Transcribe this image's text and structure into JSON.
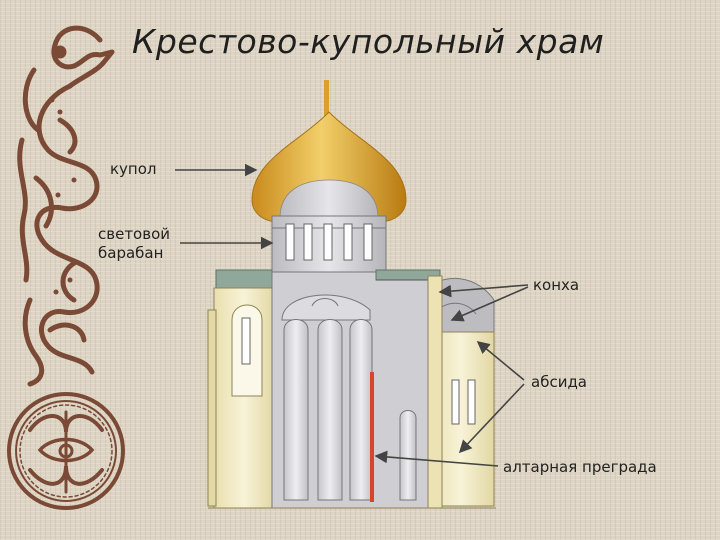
{
  "title": "Крестово-купольный храм",
  "labels": {
    "kupol": "купол",
    "baraban_line1": "световой",
    "baraban_line2": "барабан",
    "konha": "конха",
    "absida": "абсида",
    "pregrada": "алтарная преграда"
  },
  "colors": {
    "background": "#ddd4c3",
    "ornament": "#7a4a36",
    "dome_gold": "#d9a12b",
    "wall_cream": "#f3ecc8",
    "structure_gray": "#c9c9cc",
    "roof_green": "#8fa89a",
    "altar_screen": "#d9452b"
  }
}
